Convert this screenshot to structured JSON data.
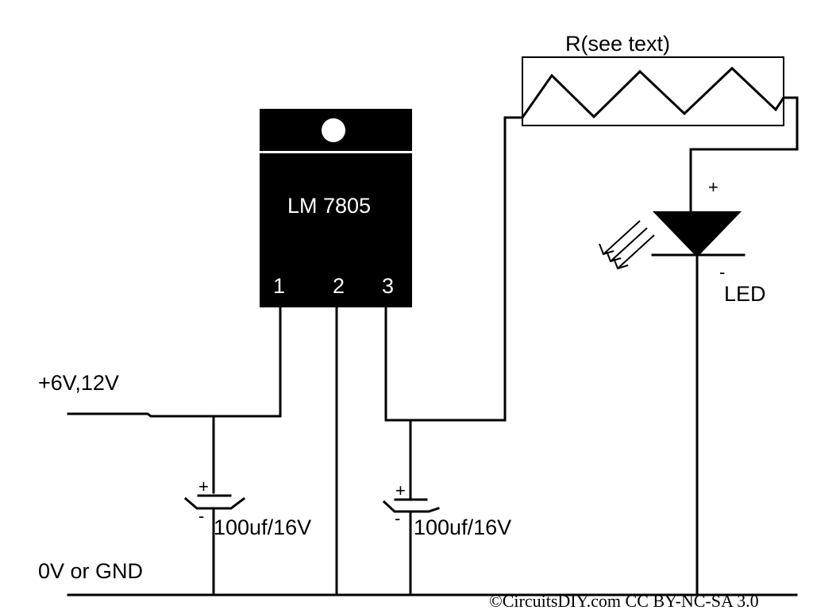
{
  "regulator": {
    "part": "LM  7805",
    "pin1": "1",
    "pin2": "2",
    "pin3": "3"
  },
  "labels": {
    "input_voltage": "+6V,12V",
    "ground": "0V  or  GND",
    "resistor": "R(see  text)",
    "led": "LED",
    "led_plus": "+",
    "led_minus": "-"
  },
  "capacitors": [
    {
      "value": "100uf/16V",
      "plus": "+",
      "minus": "-"
    },
    {
      "value": "100uf/16V",
      "plus": "+",
      "minus": "-"
    }
  ],
  "credit": "©CircuitsDIY.com CC BY-NC-SA 3.0",
  "colors": {
    "ink": "#000000",
    "paper": "#ffffff"
  }
}
